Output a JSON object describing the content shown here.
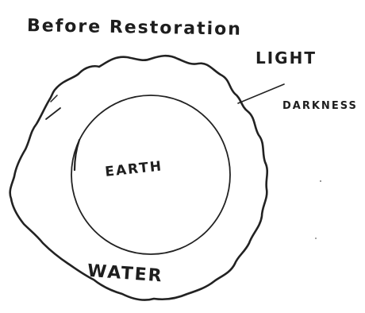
{
  "diagram": {
    "title": "Before Restoration",
    "labels": {
      "light": "LIGHT",
      "darkness": "DARKNESS",
      "earth": "EARTH",
      "water": "WATER"
    },
    "ink_color": "#222222",
    "paper_color": "#ffffff"
  }
}
